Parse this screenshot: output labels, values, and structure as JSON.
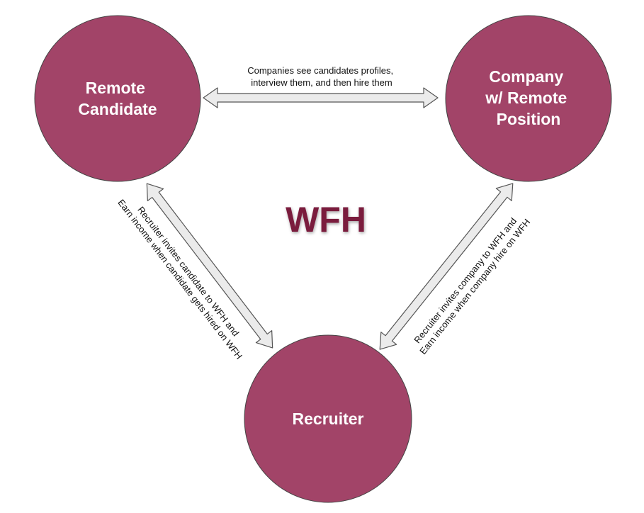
{
  "colors": {
    "node_fill": "#a24468",
    "node_stroke": "#444444",
    "arrow_fill": "#ebebeb",
    "arrow_stroke": "#555555",
    "title_color": "#7a1a3c",
    "label_color": "#111111"
  },
  "title": "WFH",
  "nodes": {
    "candidate": {
      "line1": "Remote",
      "line2": "Candidate"
    },
    "company": {
      "line1": "Company",
      "line2": "w/ Remote",
      "line3": "Position"
    },
    "recruiter": {
      "line1": "Recruiter"
    }
  },
  "edges": {
    "candidate_company": {
      "line1": "Companies see candidates profiles,",
      "line2": "interview them, and then hire them"
    },
    "recruiter_candidate": {
      "line1": "Recruiter invites candidate to WFH and",
      "line2": "Earn income when candidate gets hired on WFH"
    },
    "recruiter_company": {
      "line1": "Recruiter invites company to WFH and",
      "line2": "Earn income when company hire on WFH"
    }
  }
}
